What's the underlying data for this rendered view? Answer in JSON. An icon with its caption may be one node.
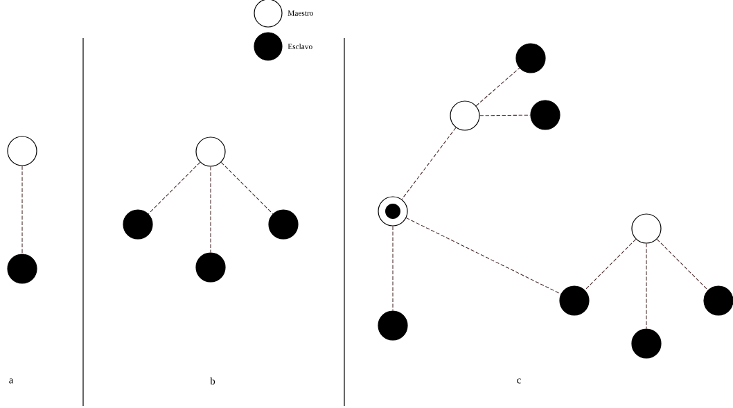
{
  "diagram": {
    "nodes": [
      {
        "text": [],
        "shape": "circle"
      },
      {
        "text": [],
        "shape": "dot"
      },
      {
        "text": [],
        "shape": "circle"
      },
      {
        "text": [],
        "shape": "dot"
      },
      {
        "text": [],
        "shape": "dot"
      },
      {
        "text": [],
        "shape": "dot"
      },
      {
        "text": [],
        "shape": "dot"
      },
      {
        "text": [],
        "shape": "circle"
      },
      {
        "text": [],
        "shape": "dot"
      },
      {
        "text": [],
        "shape": "target"
      },
      {
        "text": [],
        "shape": "circle"
      },
      {
        "text": [],
        "shape": "dot"
      },
      {
        "text": [],
        "shape": "dot"
      },
      {
        "text": [],
        "shape": "dot"
      },
      {
        "text": [],
        "shape": "dot"
      }
    ],
    "edges": [
      {
        "from": 0,
        "to": 1,
        "arrow": "none",
        "style": "dashed"
      },
      {
        "from": 2,
        "to": 3,
        "arrow": "none",
        "style": "dashed"
      },
      {
        "from": 2,
        "to": 4,
        "arrow": "none",
        "style": "dashed"
      },
      {
        "from": 2,
        "to": 5,
        "arrow": "none",
        "style": "dashed"
      },
      {
        "from": 7,
        "to": 6,
        "arrow": "none",
        "style": "dashed"
      },
      {
        "from": 7,
        "to": 8,
        "arrow": "none",
        "style": "dashed"
      },
      {
        "from": 7,
        "to": 9,
        "arrow": "none",
        "style": "dashed"
      },
      {
        "from": 9,
        "to": 13,
        "arrow": "none",
        "style": "dashed"
      },
      {
        "from": 9,
        "to": 11,
        "arrow": "none",
        "style": "dashed"
      },
      {
        "from": 10,
        "to": 11,
        "arrow": "none",
        "style": "dashed"
      },
      {
        "from": 10,
        "to": 14,
        "arrow": "none",
        "style": "dashed"
      },
      {
        "from": 10,
        "to": 12,
        "arrow": "none",
        "style": "dashed"
      }
    ],
    "labels": [
      "a",
      "b",
      "c"
    ],
    "legend": [
      {
        "text": "Maestro"
      },
      {
        "text": "Esclavo"
      }
    ]
  }
}
